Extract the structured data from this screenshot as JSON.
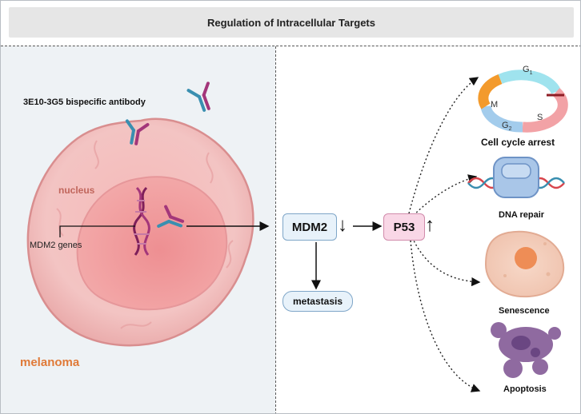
{
  "title": "Regulation of Intracellular Targets",
  "antibody_label": "3E10-3G5 bispecific antibody",
  "nucleus_label": "nucleus",
  "genes_label": "MDM2 genes",
  "cell_label": "melanoma",
  "mdm2_label": "MDM2",
  "mdm2_arrow": "↓",
  "p53_label": "P53",
  "p53_arrow": "↑",
  "metastasis_label": "metastasis",
  "outcomes": {
    "cell_cycle": "Cell cycle arrest",
    "dna_repair": "DNA repair",
    "senescence": "Senescence",
    "apoptosis": "Apoptosis"
  },
  "cycle_phases": {
    "g1": "G",
    "g1_sub": "1",
    "s": "S",
    "g2": "G",
    "g2_sub": "2",
    "m": "M"
  },
  "colors": {
    "title_bg": "#e6e6e6",
    "left_bg": "#eef2f5",
    "melanoma_text": "#e07a38",
    "nucleus_text": "#c1665c",
    "mdm2_box": "#e8f2fa",
    "p53_box": "#f9d7e6",
    "antibody_teal": "#3a8fb0",
    "antibody_purple": "#a3367a"
  }
}
